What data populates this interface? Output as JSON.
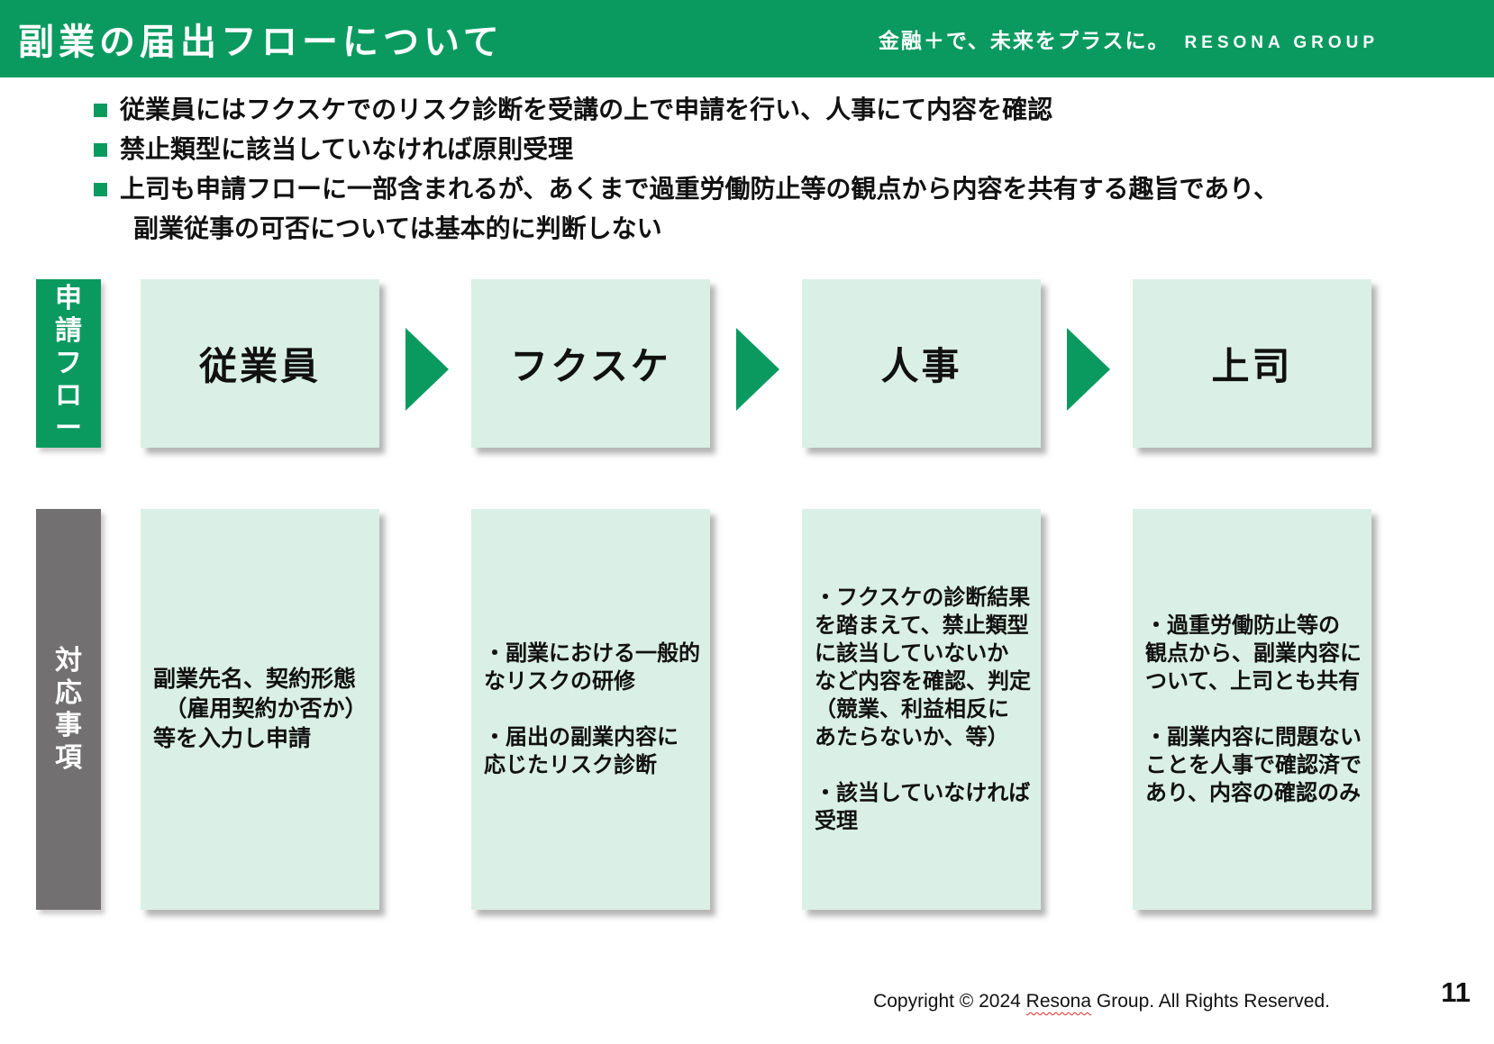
{
  "header": {
    "title": "副業の届出フローについて",
    "tagline": "金融＋で、未来をプラスに。",
    "brand": "RESONA GROUP"
  },
  "bullets": [
    {
      "text": "従業員にはフクスケでのリスク診断を受講の上で申請を行い、人事にて内容を確認"
    },
    {
      "text": "禁止類型に該当していなければ原則受理"
    },
    {
      "text": "上司も申請フローに一部含まれるが、あくまで過重労働防止等の観点から内容を共有する趣旨であり、",
      "continuation": "副業従事の可否については基本的に判断しない"
    }
  ],
  "flow": {
    "row_label": "申\n請\nフ\nロ\nー",
    "steps": [
      "従業員",
      "フクスケ",
      "人事",
      "上司"
    ]
  },
  "details": {
    "row_label": "対\n応\n事\n項",
    "items": [
      "副業先名、契約形態\n　（雇用契約か否か）\n等を入力し申請",
      "・副業における一般的\nなリスクの研修\n\n・届出の副業内容に\n応じたリスク診断",
      "・フクスケの診断結果\nを踏まえて、禁止類型\nに該当していないか\nなど内容を確認、判定\n（競業、利益相反に\nあたらないか、等）\n\n・該当していなければ\n受理",
      "・過重労働防止等の\n観点から、副業内容に\nついて、上司とも共有\n\n・副業内容に問題ない\nことを人事で確認済で\nあり、内容の確認のみ"
    ]
  },
  "footer": {
    "copyright_prefix": "Copyright © 2024 ",
    "copyright_marked": "Resona",
    "copyright_suffix": " Group. All Rights Reserved.",
    "page_number": "11"
  },
  "colors": {
    "brand_green": "#0a9a60",
    "box_light_green": "#daf0e6",
    "label_gray": "#727070",
    "text_dark": "#111111",
    "spellcheck_red": "#d93025"
  }
}
